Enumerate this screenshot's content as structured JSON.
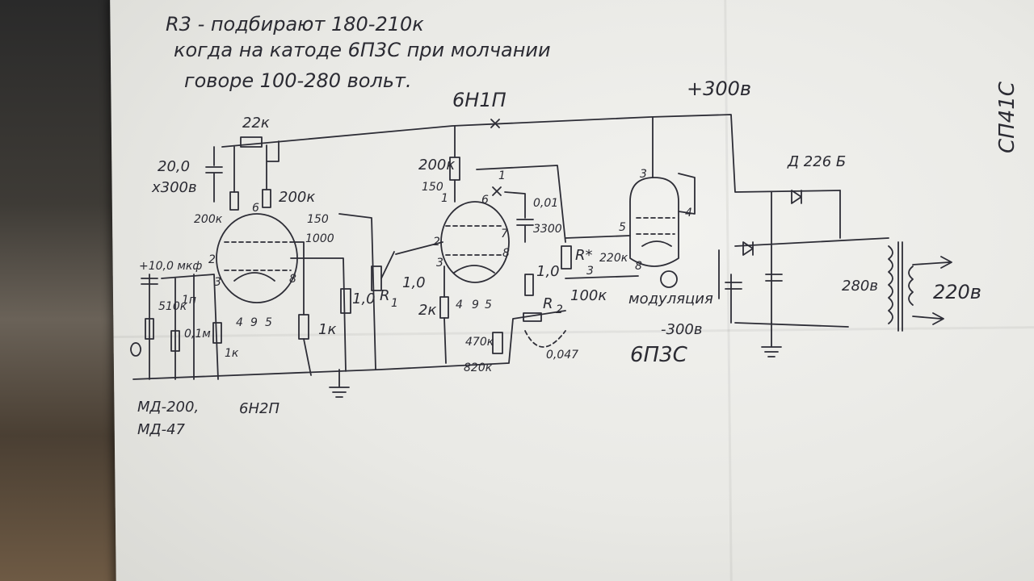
{
  "note": {
    "line1": "R3 - подбирают 180-210к",
    "line2": "когда на катоде 6П3С при молчании",
    "line3": "говоре 100-280 вольт."
  },
  "tubes": {
    "t1": "6Н2П",
    "t2": "6Н1П",
    "t3": "6П3С"
  },
  "rails": {
    "plus": "+300в",
    "minus": "-300в"
  },
  "diode": "Д 226 Б",
  "side_code": "СП41С",
  "mic": {
    "line1": "МД-200,",
    "line2": "МД-47"
  },
  "transformer": {
    "secondary": "280в",
    "mains": "220в"
  },
  "modulation": "модуляция",
  "components": {
    "r22k": "22к",
    "c20": "20,0",
    "c20v": "х300в",
    "r200k_a": "200к",
    "r200k_b": "200к",
    "r200k_c": "200к",
    "c100mkf": "+10,0 мкф",
    "c150": "150",
    "c1000": "1000",
    "r510": "510к",
    "c1n": "1п",
    "r01m": "0,1м",
    "r1k_a": "1к",
    "r1k_b": "1к",
    "r10_a": "1,0",
    "r1label": "R",
    "r1sub": "1",
    "r10_b": "1,0",
    "c01": "0,01",
    "c3300": "3300",
    "r150": "150",
    "r2k": "2к",
    "r10_c": "1,0",
    "r470k": "470к",
    "r820k": "820к",
    "c047": "0,047",
    "r2label": "R",
    "r2sub": "2",
    "r100k": "100к",
    "r3label": "R*",
    "r3sub": "3",
    "r220k": "220к"
  },
  "pins": {
    "p1": "1",
    "p2": "2",
    "p3": "3",
    "p4": "4",
    "p5": "5",
    "p6": "6",
    "p7": "7",
    "p8": "8",
    "p9": "9",
    "p3b": "3",
    "p4b": "4",
    "p5b": "5",
    "p8b": "8",
    "p2b": "2",
    "p6b": "6",
    "p1b": "1",
    "p3c": "3",
    "p4c": "4",
    "p5c": "5"
  }
}
